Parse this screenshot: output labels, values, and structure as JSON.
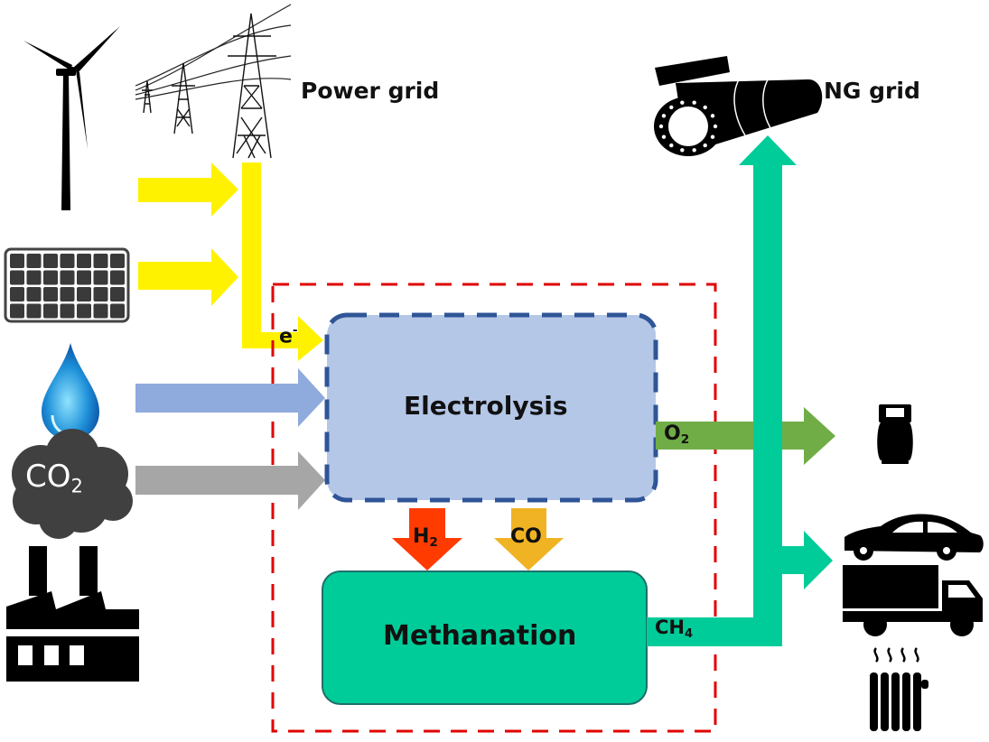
{
  "labels": {
    "power_grid": "Power grid",
    "ng_grid": "NG grid",
    "electrolysis": "Electrolysis",
    "methanation": "Methanation",
    "electron": "e",
    "electron_sup": "-",
    "o2": "O",
    "o2_sub": "2",
    "h2": "H",
    "h2_sub": "2",
    "co": "CO",
    "ch4": "CH",
    "ch4_sub": "4",
    "co2_cloud": "CO",
    "co2_cloud_sub": "2"
  },
  "icons": {
    "wind_turbine": "wind-turbine-icon",
    "power_towers": "power-tower-icon",
    "solar_panel": "solar-panel-icon",
    "water_drop": "water-drop-icon",
    "co2_cloud": "co2-cloud-icon",
    "factory": "factory-icon",
    "gas_pipeline": "pipeline-icon",
    "oxygen_cylinder": "gas-cylinder-icon",
    "car": "car-icon",
    "truck": "truck-icon",
    "radiator": "radiator-icon"
  },
  "colors": {
    "electricity": "#fff200",
    "water": "#8faadc",
    "co2": "#a6a6a6",
    "electrolysis_fill": "#b4c7e7",
    "electrolysis_border": "#2f5597",
    "methanation_fill": "#00cc99",
    "methanation_border": "#1f6f6a",
    "boundary": "#e00000",
    "h2": "#ff3b00",
    "co": "#f0b323",
    "o2": "#70ad47",
    "ch4": "#00cc99"
  }
}
